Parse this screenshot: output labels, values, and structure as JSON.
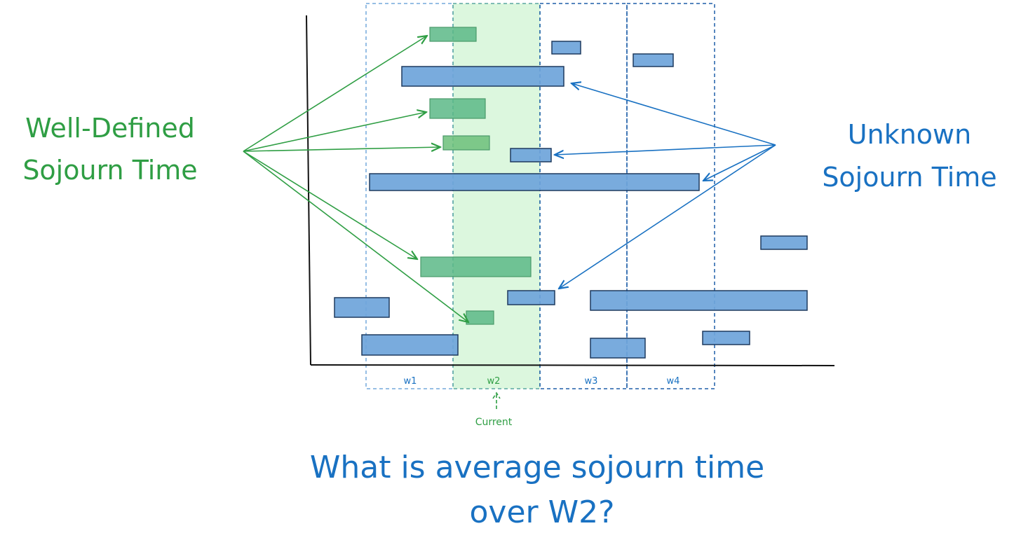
{
  "labels": {
    "left": [
      "Well-Defined",
      "Sojourn Time"
    ],
    "right": [
      "Unknown",
      "Sojourn Time"
    ],
    "question": [
      "What is average sojourn time",
      "over W2?"
    ],
    "windows": [
      "w1",
      "w2",
      "w3",
      "w4"
    ],
    "current": "Current"
  },
  "colors": {
    "green_text": "#2f9e44",
    "blue_text": "#1971c2",
    "green_bar": "#5cb887",
    "blue_bar": "#6ea4da",
    "bar_stroke": "#1e3a5f",
    "window_highlight": "#dcf7de",
    "axis": "#111111"
  }
}
